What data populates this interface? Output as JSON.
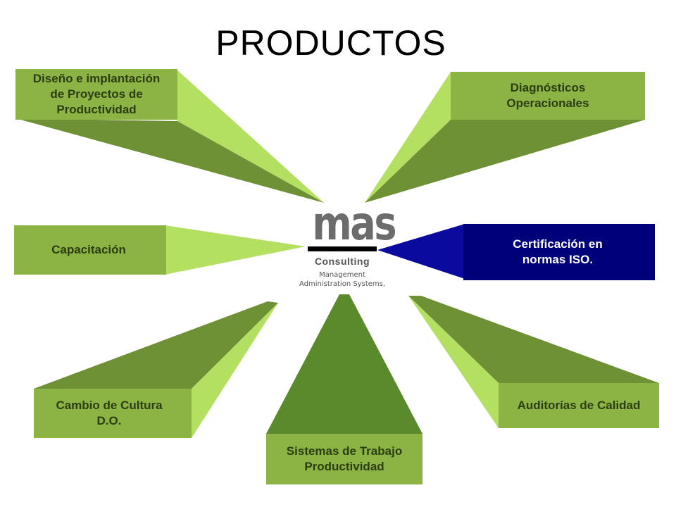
{
  "title": "PRODUCTOS",
  "colors": {
    "front": "#8bb445",
    "top": "#9bc850",
    "side": "#b4e062",
    "shadow": "#6f9136",
    "dark_front": "#5a8a2c",
    "blue": "#0a0a9e",
    "blue_dark": "#00007a",
    "text_dark": "#2d3d12",
    "text_light": "#ffffff"
  },
  "logo": {
    "word": "mas",
    "company": "Consulting",
    "tagline_line1": "Management",
    "tagline_line2": "Administration Systems,"
  },
  "products": [
    {
      "id": "diseno",
      "label": "Diseño e implantación\nde Proyectos de\nProductividad"
    },
    {
      "id": "diagnosticos",
      "label": "Diagnósticos\nOperacionales"
    },
    {
      "id": "capacitacion",
      "label": "Capacitación"
    },
    {
      "id": "certificacion",
      "label": "Certificación en\nnormas ISO."
    },
    {
      "id": "cambio",
      "label": "Cambio de Cultura\nD.O."
    },
    {
      "id": "sistemas",
      "label": "Sistemas de Trabajo\nProductividad"
    },
    {
      "id": "auditorias",
      "label": "Auditorías de Calidad"
    }
  ]
}
